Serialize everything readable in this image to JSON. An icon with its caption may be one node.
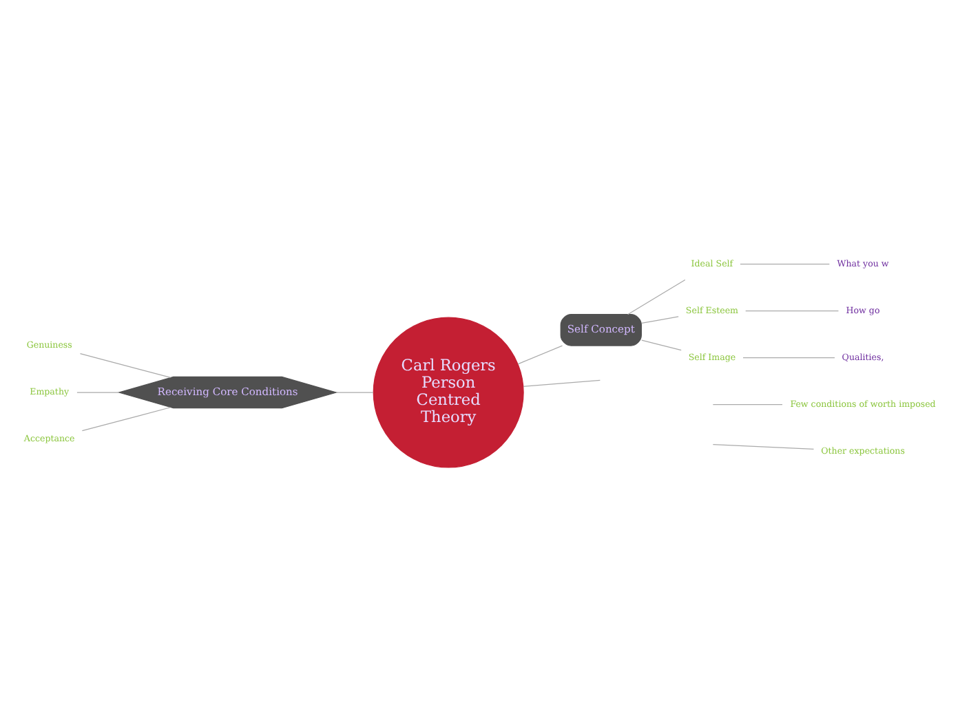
{
  "diagram": {
    "nodes": [
      {
        "text": [
          "Carl Rogers Person Centred Theory"
        ]
      },
      {
        "text": [
          "Receiving Core Conditions"
        ]
      },
      {
        "text": [
          "Genuiness"
        ]
      },
      {
        "text": [
          "Empathy"
        ]
      },
      {
        "text": [
          "Acceptance"
        ]
      },
      {
        "text": [
          "Self Concept"
        ]
      },
      {
        "text": [
          "Ideal Self"
        ]
      },
      {
        "text": [
          "Self Esteem"
        ]
      },
      {
        "text": [
          "Self Image"
        ]
      },
      {
        "text": [
          "What you w"
        ]
      },
      {
        "text": [
          "How go"
        ]
      },
      {
        "text": [
          "Qualities,"
        ]
      },
      {
        "text": [
          "Few conditions of worth imposed"
        ]
      },
      {
        "text": [
          "Other expectations"
        ]
      }
    ],
    "edges": [
      {
        "from": 0,
        "to": 1,
        "arrow": "none"
      },
      {
        "from": 1,
        "to": 2,
        "arrow": "none"
      },
      {
        "from": 1,
        "to": 3,
        "arrow": "none"
      },
      {
        "from": 1,
        "to": 4,
        "arrow": "none"
      },
      {
        "from": 0,
        "to": 5,
        "arrow": "none"
      },
      {
        "from": 5,
        "to": 6,
        "arrow": "none"
      },
      {
        "from": 5,
        "to": 7,
        "arrow": "none"
      },
      {
        "from": 5,
        "to": 8,
        "arrow": "none"
      },
      {
        "from": 6,
        "to": 9,
        "arrow": "none"
      },
      {
        "from": 7,
        "to": 10,
        "arrow": "none"
      },
      {
        "from": 8,
        "to": 11,
        "arrow": "none"
      },
      {
        "from": 0,
        "to": null,
        "arrow": "none"
      },
      {
        "from": null,
        "to": 12,
        "arrow": "none"
      },
      {
        "from": null,
        "to": 13,
        "arrow": "none"
      }
    ]
  }
}
